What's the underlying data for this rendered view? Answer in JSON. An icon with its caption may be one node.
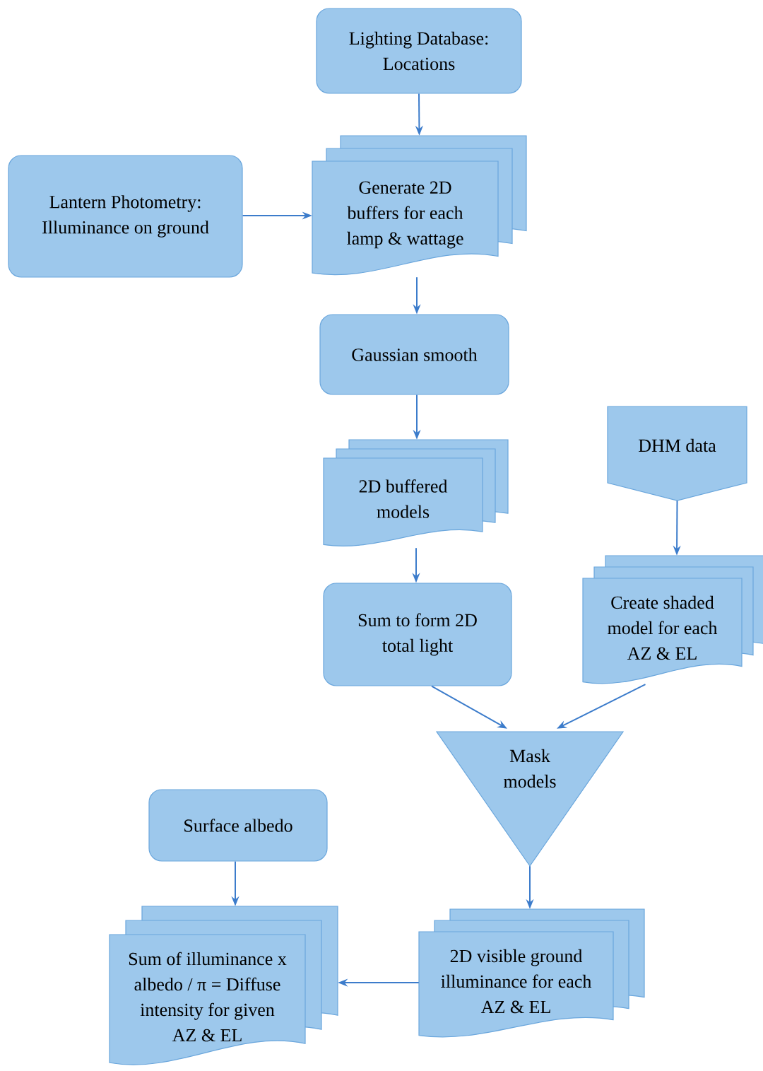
{
  "diagram": {
    "nodes": [
      {
        "text": [
          "Lighting Database: Locations"
        ]
      },
      {
        "text": [
          "Lantern Photometry: Illuminance on ground"
        ]
      },
      {
        "text": [
          "Generate 2D buffers for each lamp & wattage"
        ]
      },
      {
        "text": [
          "Gaussian smooth"
        ]
      },
      {
        "text": [
          "2D buffered models"
        ]
      },
      {
        "text": [
          "DHM data"
        ]
      },
      {
        "text": [
          "Create shaded model for each AZ & EL"
        ]
      },
      {
        "text": [
          "Sum to form 2D total light"
        ]
      },
      {
        "text": [
          "Mask models"
        ]
      },
      {
        "text": [
          "Surface albedo"
        ]
      },
      {
        "text": [
          "2D visible ground illuminance for each AZ & EL"
        ]
      },
      {
        "text": [
          "Sum of illuminance x albedo / π = Diffuse intensity for given AZ & EL"
        ]
      }
    ],
    "edges": [
      {
        "from": 0,
        "to": 2,
        "arrow": "to"
      },
      {
        "from": 1,
        "to": 2,
        "arrow": "to"
      },
      {
        "from": 2,
        "to": 3,
        "arrow": "to"
      },
      {
        "from": 3,
        "to": 4,
        "arrow": "to"
      },
      {
        "from": 4,
        "to": 7,
        "arrow": "to"
      },
      {
        "from": 5,
        "to": 6,
        "arrow": "to"
      },
      {
        "from": 7,
        "to": 8,
        "arrow": "to"
      },
      {
        "from": 6,
        "to": 8,
        "arrow": "to"
      },
      {
        "from": 8,
        "to": 10,
        "arrow": "to"
      },
      {
        "from": 9,
        "to": 11,
        "arrow": "to"
      },
      {
        "from": 10,
        "to": 11,
        "arrow": "to"
      }
    ]
  }
}
